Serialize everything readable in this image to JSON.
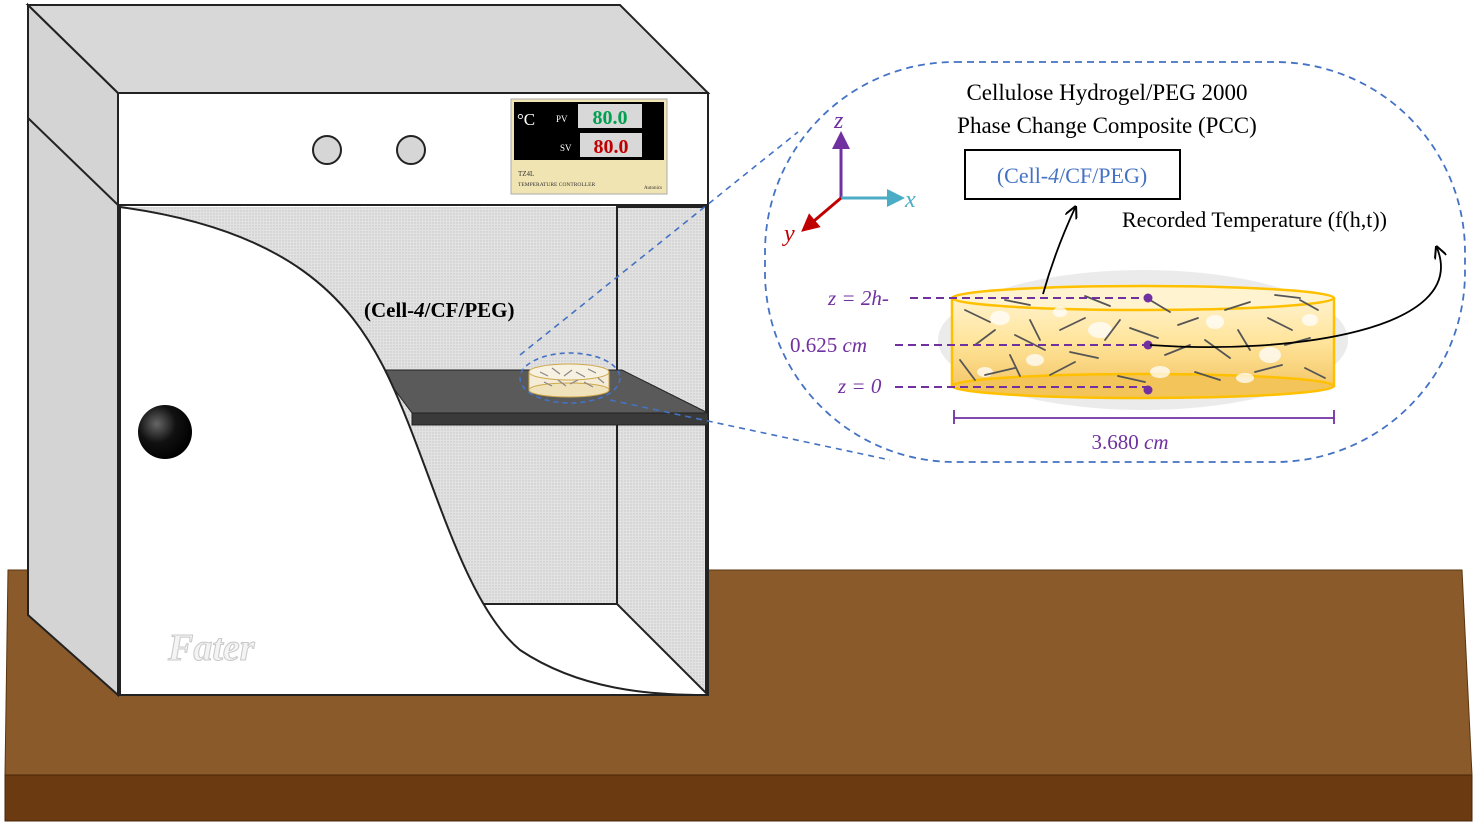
{
  "oven": {
    "brand": "Fater",
    "sample_label_prefix": "(Cell-",
    "sample_label_italic": "4",
    "sample_label_suffix": "/CF/PEG)",
    "controller": {
      "unit": "°C",
      "pv_label": "PV",
      "pv_value": "80.0",
      "sv_label": "SV",
      "sv_value": "80.0",
      "model": "TZ4L",
      "caption": "TEMPERATURE CONTROLLER",
      "maker": "Autonics"
    }
  },
  "inset": {
    "title_line1": "Cellulose Hydrogel/PEG 2000",
    "title_line2": "Phase Change Composite (PCC)",
    "box_prefix": "(Cell-",
    "box_italic": "4",
    "box_suffix": "/CF/PEG)",
    "recorded_label": "Recorded Temperature (f(h,t))",
    "axes": {
      "z": "z",
      "x": "x",
      "y": "y"
    },
    "dimensions": {
      "top_label": "z = 2h-",
      "middle_value": "0.625",
      "middle_unit": "cm",
      "bottom_label": "z = 0",
      "width_value": "3.680",
      "width_unit": "cm"
    }
  },
  "colors": {
    "axis_z": "#7030a0",
    "axis_x": "#4bacc6",
    "axis_y": "#c00000",
    "dashed_outline": "#4472c4",
    "dimension_purple": "#7030a0",
    "pcc_fill": "#ffd966",
    "pcc_outline": "#ffc000",
    "table_top": "#8b5a2b",
    "table_front": "#6b3a10",
    "pv_digits": "#00a050",
    "sv_digits": "#c00000"
  }
}
